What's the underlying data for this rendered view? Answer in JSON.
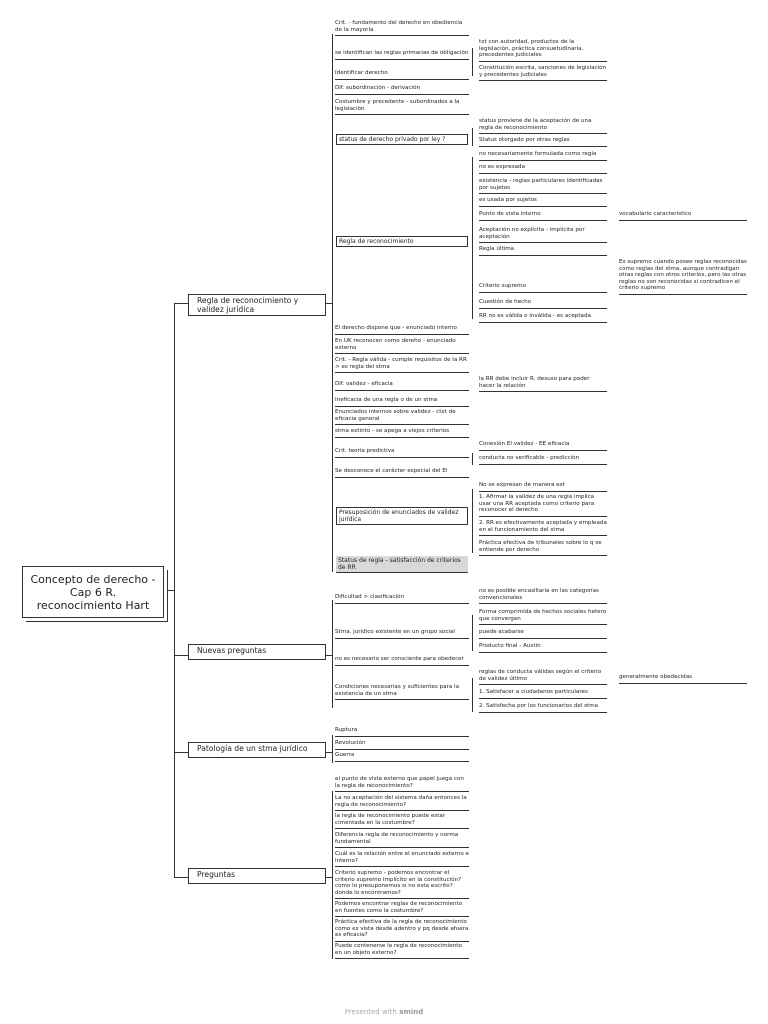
{
  "root": "Concepto de derecho - Cap 6 R. reconocimiento Hart",
  "main": {
    "regla": "Regla de reconocimiento y validez jurídica",
    "nuevas": "Nuevas preguntas",
    "patologia": "Patología de un stma jurídico",
    "preguntas": "Preguntas"
  },
  "regla_items": {
    "a1": "Crit. - fundamento del derecho en obediencia de la mayoría",
    "a2": "se identifican las reglas primarias de obligación",
    "a2r": "txt con autoridad, productos de la legislación, práctica consuetudinaria, precedentes judiciales",
    "a3": "Identificar derecho",
    "a3r": "Constitución escrita, sanciones de legislación y precedentes judiciales",
    "a4": "Dif. subordinación - derivación",
    "a5": "Costumbre y precedente - subordinados a la legislación",
    "a6": "status de derecho privado por ley ?",
    "a6r1": "status proviene de la aceptación de una regla de reconocimiento",
    "a6r2": "Status otorgado por otras reglas",
    "rr": "Regla de reconocimiento",
    "rr1": "no necesariamente formulada como regla",
    "rr2": "no es expresada",
    "rr3": "existencia - reglas particulares identificadas por sujetos",
    "rr4": "es usada por sujetos",
    "rr5": "Punto de vista interno",
    "rr5r": "vocabulario característico",
    "rr6": "Aceptación no explícita - implícita por aceptación",
    "rr7": "Regla última",
    "rr8": "Criterio supremo",
    "rr8r": "Es supremo cuando posee reglas reconocidas como reglas del stma, aunque contradigan otras reglas con otros criterios, pero las otras reglas no son reconocidas si contradicen el criterio supremo",
    "rr9": "Cuestión de hecho",
    "rr10": "RR no es válida o inválida - es aceptada",
    "b1": "El derecho dispone que - enunciado interno",
    "b2": "En UK reconocen como dereho - enunciado externo",
    "b3": "Crit. - Regla válida - cumple requisitos de la RR > es regla del stma",
    "b4": "Dif. validez - eficacia",
    "b4r": "la RR debe incluir R. desuso para poder hacer la relación",
    "b5": "Ineficacia de una regla o de un stma",
    "b6": "Enunciados internos sobre validez - ctxt de eficacia general",
    "b7": "stma extinto - se apega a viejos criterios",
    "b8": "Crit. teoría predictiva",
    "b8r1": "Conexión El validez - EE eficacia",
    "b8r2": "conducta no verificable - predicción",
    "b9": "Se desconoce el carácter especial del El",
    "b10": "Presuposición de enunciados de validez jurídica",
    "b10r1": "No se expresan de manera ext",
    "b10r2": "1. Afirmar la validez de una regla implica usar una RR aceptada como criterio para reconocer el derecho",
    "b10r3": "2. RR es efectivamente aceptada y empleada en el funcionamiento del stma",
    "b10r4": "Práctica efectiva de tribunales sobre lo q se entiende por derecho",
    "b11": "Status de regla - satisfacción de criterios de RR"
  },
  "nuevas_items": {
    "c1": "Dificultad > clasificación",
    "c1r": "no es posible encasillaria en las categorías convencionales",
    "c2": "Stma. jurídico existente en un grupo social",
    "c2r1": "Forma comprimida de hechos sociales hetero que convergen",
    "c2r2": "puede acabarse",
    "c2r3": "Producto final - Austin",
    "c3": "no es necesario ser consciente para obedecer",
    "c4": "Condiciones necesarias y suficientes para la existencia de un stma",
    "c4r1": "reglas de conducta válidas según el criterio de validez último",
    "c4r1r": "generalmente obedecidas",
    "c4r2": "1. Satisfacer a ciudadanos particulares",
    "c4r3": "2. Satisfecha por los funcionarios del stma"
  },
  "patologia_items": [
    "Ruptura",
    "Revolución",
    "Guerra"
  ],
  "preguntas_items": [
    "el punto de vista externo que papel juega con la regla de reconocimiento?",
    "La no aceptación del sistema daña entonces la regla de reconocimiento?",
    "la regla de reconocimiento puede estar cimentada en la costumbre?",
    "Diferencia regla de reconocimiento y norma fundamental",
    "Cuál es la relación entre el enunciado externo e interno?",
    "Criterio supremo - podemos encontrar el criterio supremo implícito en la constitución? como lo presuponemos si no esta escrito? donde lo encontramos?",
    "Podemos encontrar reglas de reconocimiento en fuentes como la costumbre?",
    "Práctica efectiva de la regla de reconocimiento como es vista desde adentro y pq desde afuera es eficacia?",
    "Puede contenerse la regla de reconocimiento en un objeto externo?"
  ],
  "footer": {
    "prefix": "Presented with",
    "brand": "xmind"
  }
}
